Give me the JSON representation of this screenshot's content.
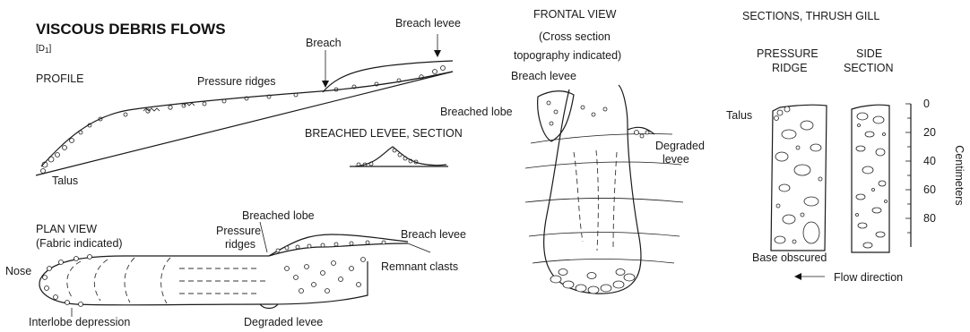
{
  "title": "VISCOUS DEBRIS FLOWS",
  "tag": "[D",
  "tag_sub": "1",
  "tag_end": "]",
  "profile": {
    "heading": "PROFILE",
    "breach": "Breach",
    "breach_levee": "Breach levee",
    "pressure_ridges": "Pressure ridges",
    "talus": "Talus",
    "breached_levee_section": "BREACHED LEVEE, SECTION"
  },
  "plan": {
    "heading_1": "PLAN VIEW",
    "heading_2": "(Fabric indicated)",
    "pressure_1": "Pressure",
    "pressure_2": "ridges",
    "breached_lobe": "Breached lobe",
    "breach_levee": "Breach levee",
    "nose": "Nose",
    "remnant_clasts": "Remnant clasts",
    "interlobe_depression": "Interlobe depression",
    "degraded_levee": "Degraded levee"
  },
  "frontal": {
    "heading_1": "FRONTAL VIEW",
    "heading_2": "(Cross section",
    "heading_3": "topography indicated)",
    "breach_levee": "Breach levee",
    "breached_lobe": "Breached lobe",
    "degraded_1": "Degraded",
    "degraded_2": "levee"
  },
  "sections": {
    "heading": "SECTIONS, THRUSH GILL",
    "pressure_1": "PRESSURE",
    "pressure_2": "RIDGE",
    "side_1": "SIDE",
    "side_2": "SECTION",
    "talus": "Talus",
    "base_obscured": "Base obscured",
    "flow_direction": "Flow direction",
    "axis_label": "Centimeters",
    "ticks": [
      "0",
      "20",
      "40",
      "60",
      "80"
    ]
  }
}
